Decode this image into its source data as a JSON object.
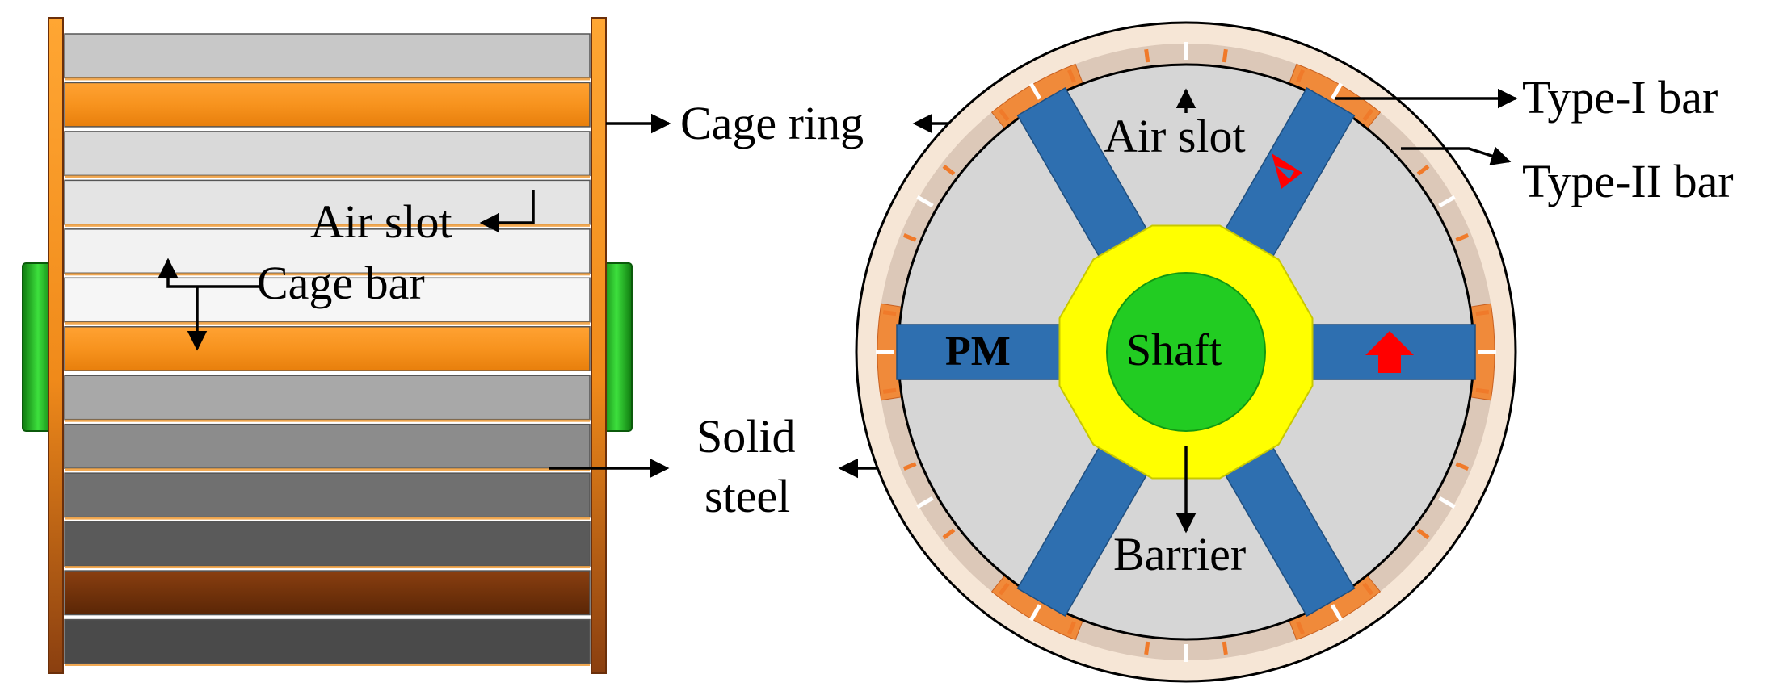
{
  "labels": {
    "cage_ring": "Cage ring",
    "air_slot_side": "Air slot",
    "cage_bar": "Cage bar",
    "solid_steel_line1": "Solid",
    "solid_steel_line2": "steel",
    "air_slot_cross": "Air slot",
    "type1_bar": "Type-I bar",
    "type2_bar": "Type-II bar",
    "pm": "PM",
    "shaft": "Shaft",
    "barrier": "Barrier"
  },
  "colors": {
    "cage_copper": "#f7931e",
    "cage_dark": "#6b2f0a",
    "end_cap_green": "#1fa01f",
    "pm_blue": "#2e6fb0",
    "barrier_yellow": "#ffff00",
    "shaft_green": "#22cc22",
    "steel_gray": "#d6d6d6",
    "ring_beige": "#f6e6d6",
    "magnet_arrow_red": "#ff0000"
  },
  "side_view_bars": [
    {
      "type": "steel",
      "shade": "#c8c8c8"
    },
    {
      "type": "cage",
      "shade": "#f7931e"
    },
    {
      "type": "steel",
      "shade": "#d9d9d9"
    },
    {
      "type": "steel",
      "shade": "#e4e4e4"
    },
    {
      "type": "steel",
      "shade": "#f2f2f2"
    },
    {
      "type": "steel",
      "shade": "#f6f6f6"
    },
    {
      "type": "cage",
      "shade": "#ff8a10"
    },
    {
      "type": "steel",
      "shade": "#a8a8a8"
    },
    {
      "type": "steel",
      "shade": "#8c8c8c"
    },
    {
      "type": "steel",
      "shade": "#707070"
    },
    {
      "type": "steel",
      "shade": "#5a5a5a"
    },
    {
      "type": "cage",
      "shade": "#6b2f0a"
    },
    {
      "type": "steel",
      "shade": "#4a4a4a"
    }
  ],
  "cross_section": {
    "pm_count": 6,
    "type1_bar_count": 6,
    "type2_bar_count": 24,
    "air_slot_count": 12
  }
}
